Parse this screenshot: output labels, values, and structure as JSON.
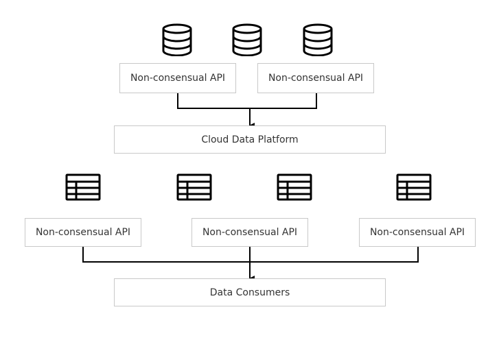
{
  "sources": [
    {
      "label": "Non-consensual API",
      "icon": "database-icon"
    },
    {
      "label": "Non-consensual API",
      "icon": "database-icon"
    }
  ],
  "platform": {
    "label": "Cloud Data Platform"
  },
  "outputs": [
    {
      "label": "Non-consensual API",
      "icon": "table-icon"
    },
    {
      "label": "Non-consensual API",
      "icon": "table-icon"
    },
    {
      "label": "Non-consensual API",
      "icon": "table-icon"
    }
  ],
  "consumers": {
    "label": "Data Consumers"
  },
  "colors": {
    "line": "#000000",
    "border": "#c8c8c8",
    "text": "#333333"
  }
}
